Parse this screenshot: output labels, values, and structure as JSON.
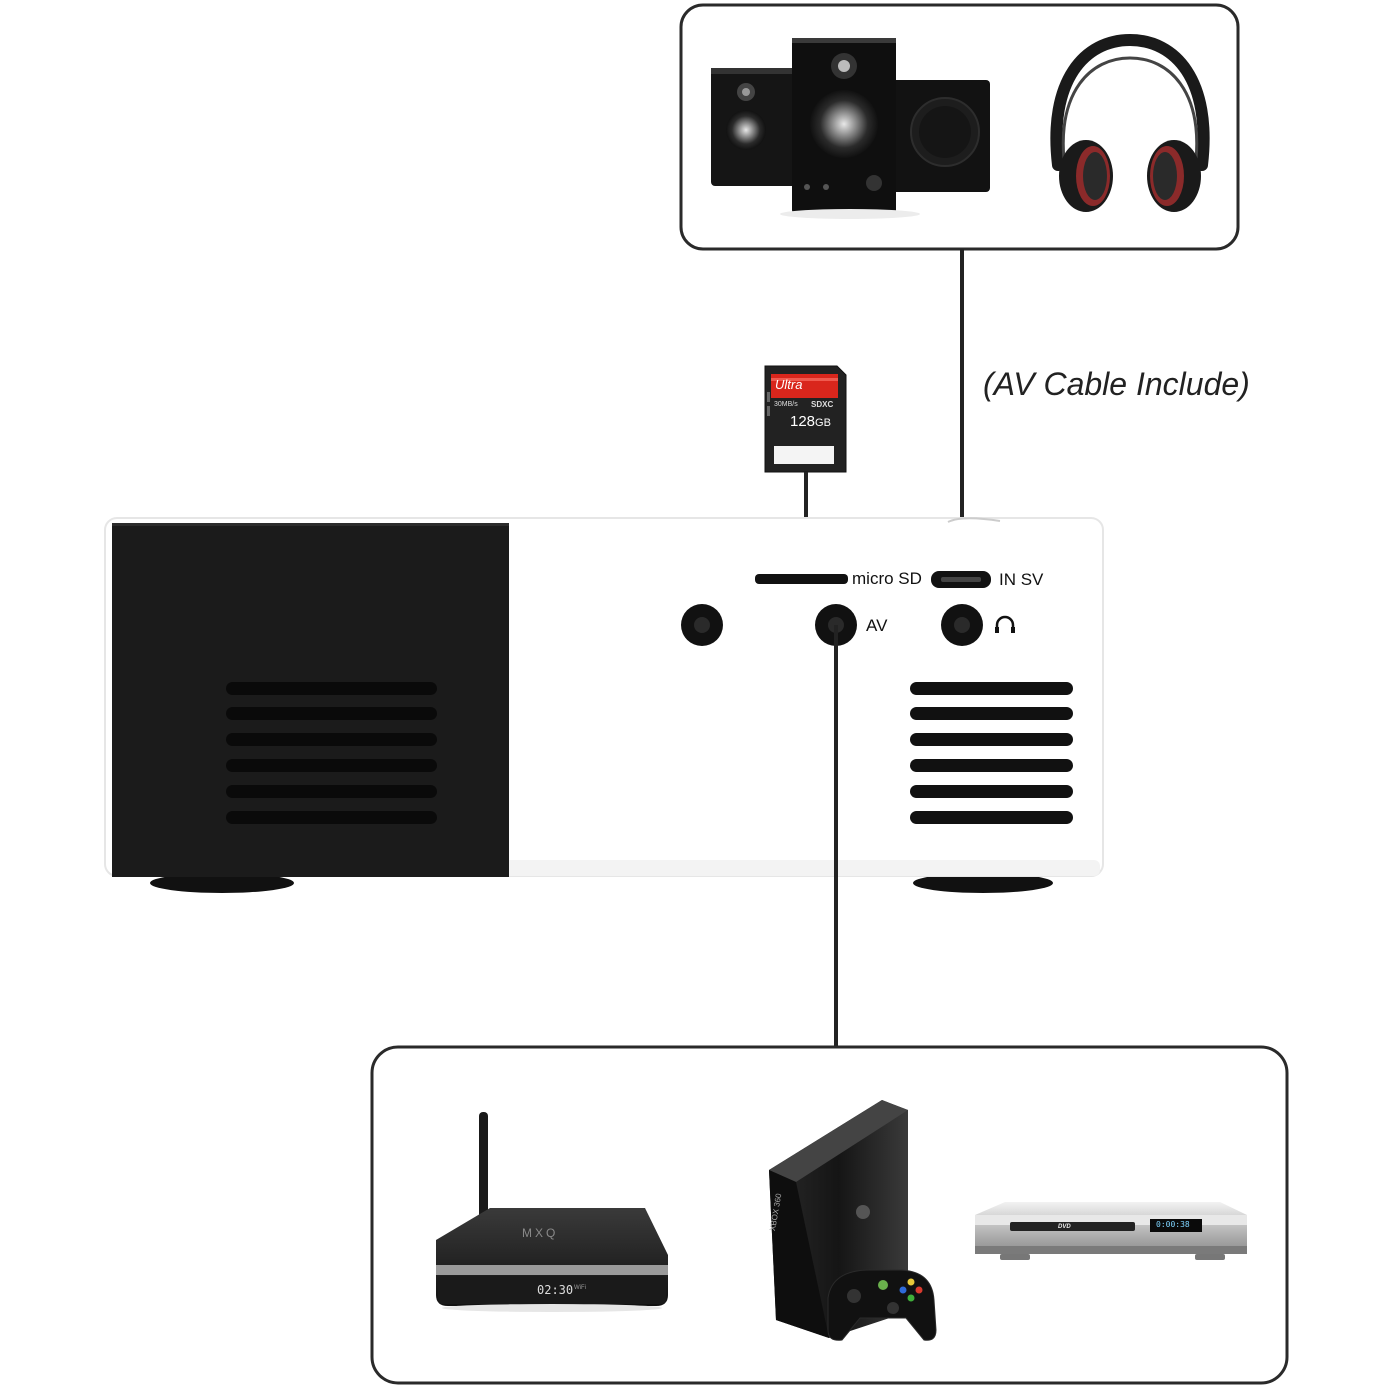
{
  "diagram": {
    "note": "(AV Cable Include)",
    "ports": {
      "micro_sd": "micro SD",
      "in_sv": "IN SV",
      "av": "AV",
      "headphone_icon": "headphone-icon"
    },
    "sd_card": {
      "brand": "Ultra",
      "speed": "30MB/s",
      "type": "SDXC",
      "capacity": "128",
      "unit": "GB"
    },
    "audio_devices": [
      "speakers",
      "headphones"
    ],
    "video_sources": [
      {
        "name": "tv-box",
        "brand": "MXQ",
        "display": "02:30",
        "tag": "WiFi"
      },
      {
        "name": "game-console",
        "brand": "XBOX 360"
      },
      {
        "name": "dvd-player",
        "brand": "DVD",
        "display": "0:00:38"
      }
    ],
    "colors": {
      "projector_body": "#ffffff",
      "projector_front": "#1b1b1b",
      "sd_label": "#d9261c",
      "outline": "#2a2a2a"
    }
  }
}
